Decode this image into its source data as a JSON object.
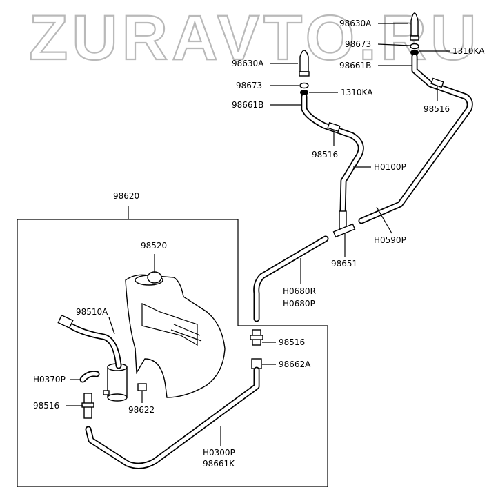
{
  "watermark": "ZURAVTO.RU",
  "labels": {
    "nozzle_right": "98630A",
    "packing_right": "98673",
    "nut_right": "1310KA",
    "elbow_right": "98661B",
    "joint_right": "98516",
    "nozzle_left": "98630A",
    "packing_left": "98673",
    "nut_left": "1310KA",
    "elbow_left": "98661B",
    "joint_left": "98516",
    "hose_left": "H0100P",
    "hose_right": "H0590P",
    "tee": "98651",
    "hose_main_r": "H0680R",
    "hose_main_p": "H0680P",
    "reservoir_assy": "98620",
    "cap": "98520",
    "motor": "98510A",
    "hose_short": "H0370P",
    "joint_low": "98516",
    "grommet": "98622",
    "joint_mid": "98516",
    "connector": "98662A",
    "hose_bottom": "H0300P",
    "clip_bottom": "98661K"
  }
}
